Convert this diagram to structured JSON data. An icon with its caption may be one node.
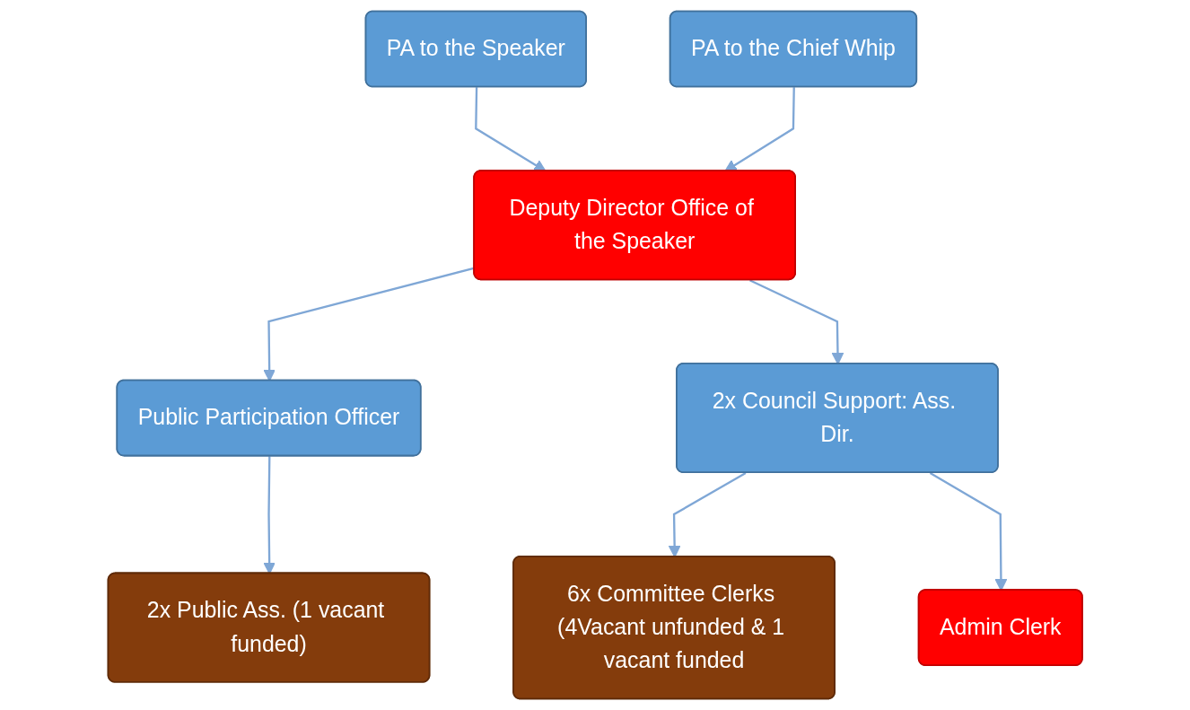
{
  "diagram": {
    "nodes": [
      {
        "text": [
          "Deputy Director Office of the Speaker"
        ]
      },
      {
        "text": [
          "PA to the Speaker"
        ]
      },
      {
        "text": [
          "PA to the Chief Whip"
        ]
      },
      {
        "text": [
          "Public Participation Officer"
        ]
      },
      {
        "text": [
          "2x Council Support: Ass. Dir."
        ]
      },
      {
        "text": [
          "2x Public Ass. (1 vacant funded)"
        ]
      },
      {
        "text": [
          "6x Committee Clerks (4Vacant unfunded & 1 vacant funded"
        ]
      },
      {
        "text": [
          "Admin Clerk"
        ]
      }
    ],
    "edges": [
      {
        "from": 1,
        "to": 0,
        "arrow": "to"
      },
      {
        "from": 2,
        "to": 0,
        "arrow": "to"
      },
      {
        "from": 0,
        "to": 3,
        "arrow": "to"
      },
      {
        "from": 0,
        "to": 4,
        "arrow": "to"
      },
      {
        "from": 3,
        "to": 5,
        "arrow": "to"
      },
      {
        "from": 4,
        "to": 6,
        "arrow": "to"
      },
      {
        "from": 4,
        "to": 7,
        "arrow": "to"
      }
    ]
  }
}
